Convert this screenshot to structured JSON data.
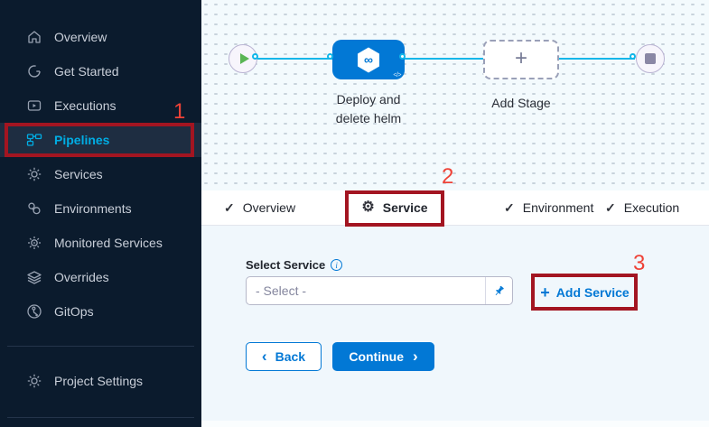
{
  "sidebar": {
    "items": [
      {
        "label": "Overview"
      },
      {
        "label": "Get Started"
      },
      {
        "label": "Executions"
      },
      {
        "label": "Pipelines",
        "active": true
      },
      {
        "label": "Services"
      },
      {
        "label": "Environments"
      },
      {
        "label": "Monitored Services"
      },
      {
        "label": "Overrides"
      },
      {
        "label": "GitOps"
      }
    ],
    "footer_item": {
      "label": "Project Settings"
    }
  },
  "canvas": {
    "stage_name_line1": "Deploy and",
    "stage_name_line2": "delete helm",
    "add_stage_label": "Add Stage",
    "stage_icon_glyph": "∞",
    "stage_code_glyph": "</>",
    "add_stage_plus": "+"
  },
  "tabs": [
    {
      "label": "Overview",
      "icon": "check"
    },
    {
      "label": "Service",
      "icon": "gear",
      "active": true
    },
    {
      "label": "Environment",
      "icon": "check"
    },
    {
      "label": "Execution",
      "icon": "check"
    }
  ],
  "form": {
    "select_service_label": "Select Service",
    "select_value": "- Select -",
    "add_service_plus": "+",
    "add_service_label": "Add Service",
    "back_label": "Back",
    "continue_label": "Continue",
    "back_chevron": "‹",
    "continue_chevron": "›"
  },
  "icons": {
    "check": "✓",
    "gear": "⚙",
    "info": "i"
  },
  "annotations": {
    "step1": "1",
    "step2": "2",
    "step3": "3"
  },
  "colors": {
    "accent_blue": "#0278d5",
    "flow_cyan": "#0fb6e9",
    "sidebar_bg": "#0b1b2d",
    "sidebar_active_text": "#00ade4",
    "canvas_bg": "#f3fafd",
    "panel_bg": "#f0f7fc",
    "annotation_box_red": "#a31521",
    "annotation_number_red": "#ee4237"
  }
}
